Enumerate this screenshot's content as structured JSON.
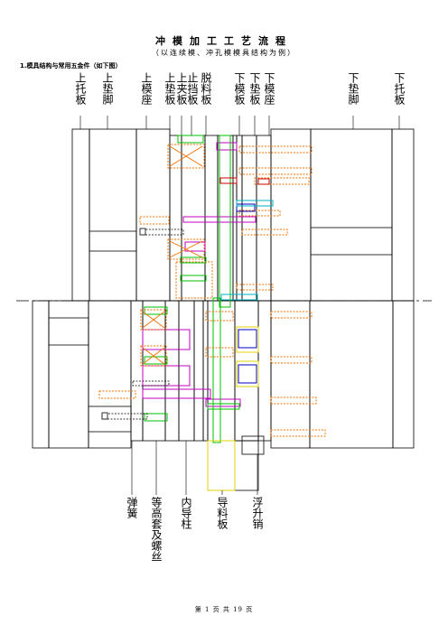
{
  "document": {
    "title": "冲模加工工艺流程",
    "subtitle": "（以连续模、冲孔模模具结构为例）",
    "section_heading": "1.模具结构与常用五金件（如下图）"
  },
  "diagram": {
    "top_labels": [
      "上托板",
      "上垫脚",
      "上模座",
      "上垫板",
      "上夹板",
      "止挡板",
      "脱料板",
      "下模板",
      "下垫板",
      "下模座",
      "下垫脚",
      "下托板"
    ],
    "bottom_labels": [
      "弹簧",
      "等高套及螺丝",
      "内导柱",
      "导料板",
      "浮升销"
    ]
  },
  "footer": {
    "text": "第 1 页 共 19 页"
  }
}
